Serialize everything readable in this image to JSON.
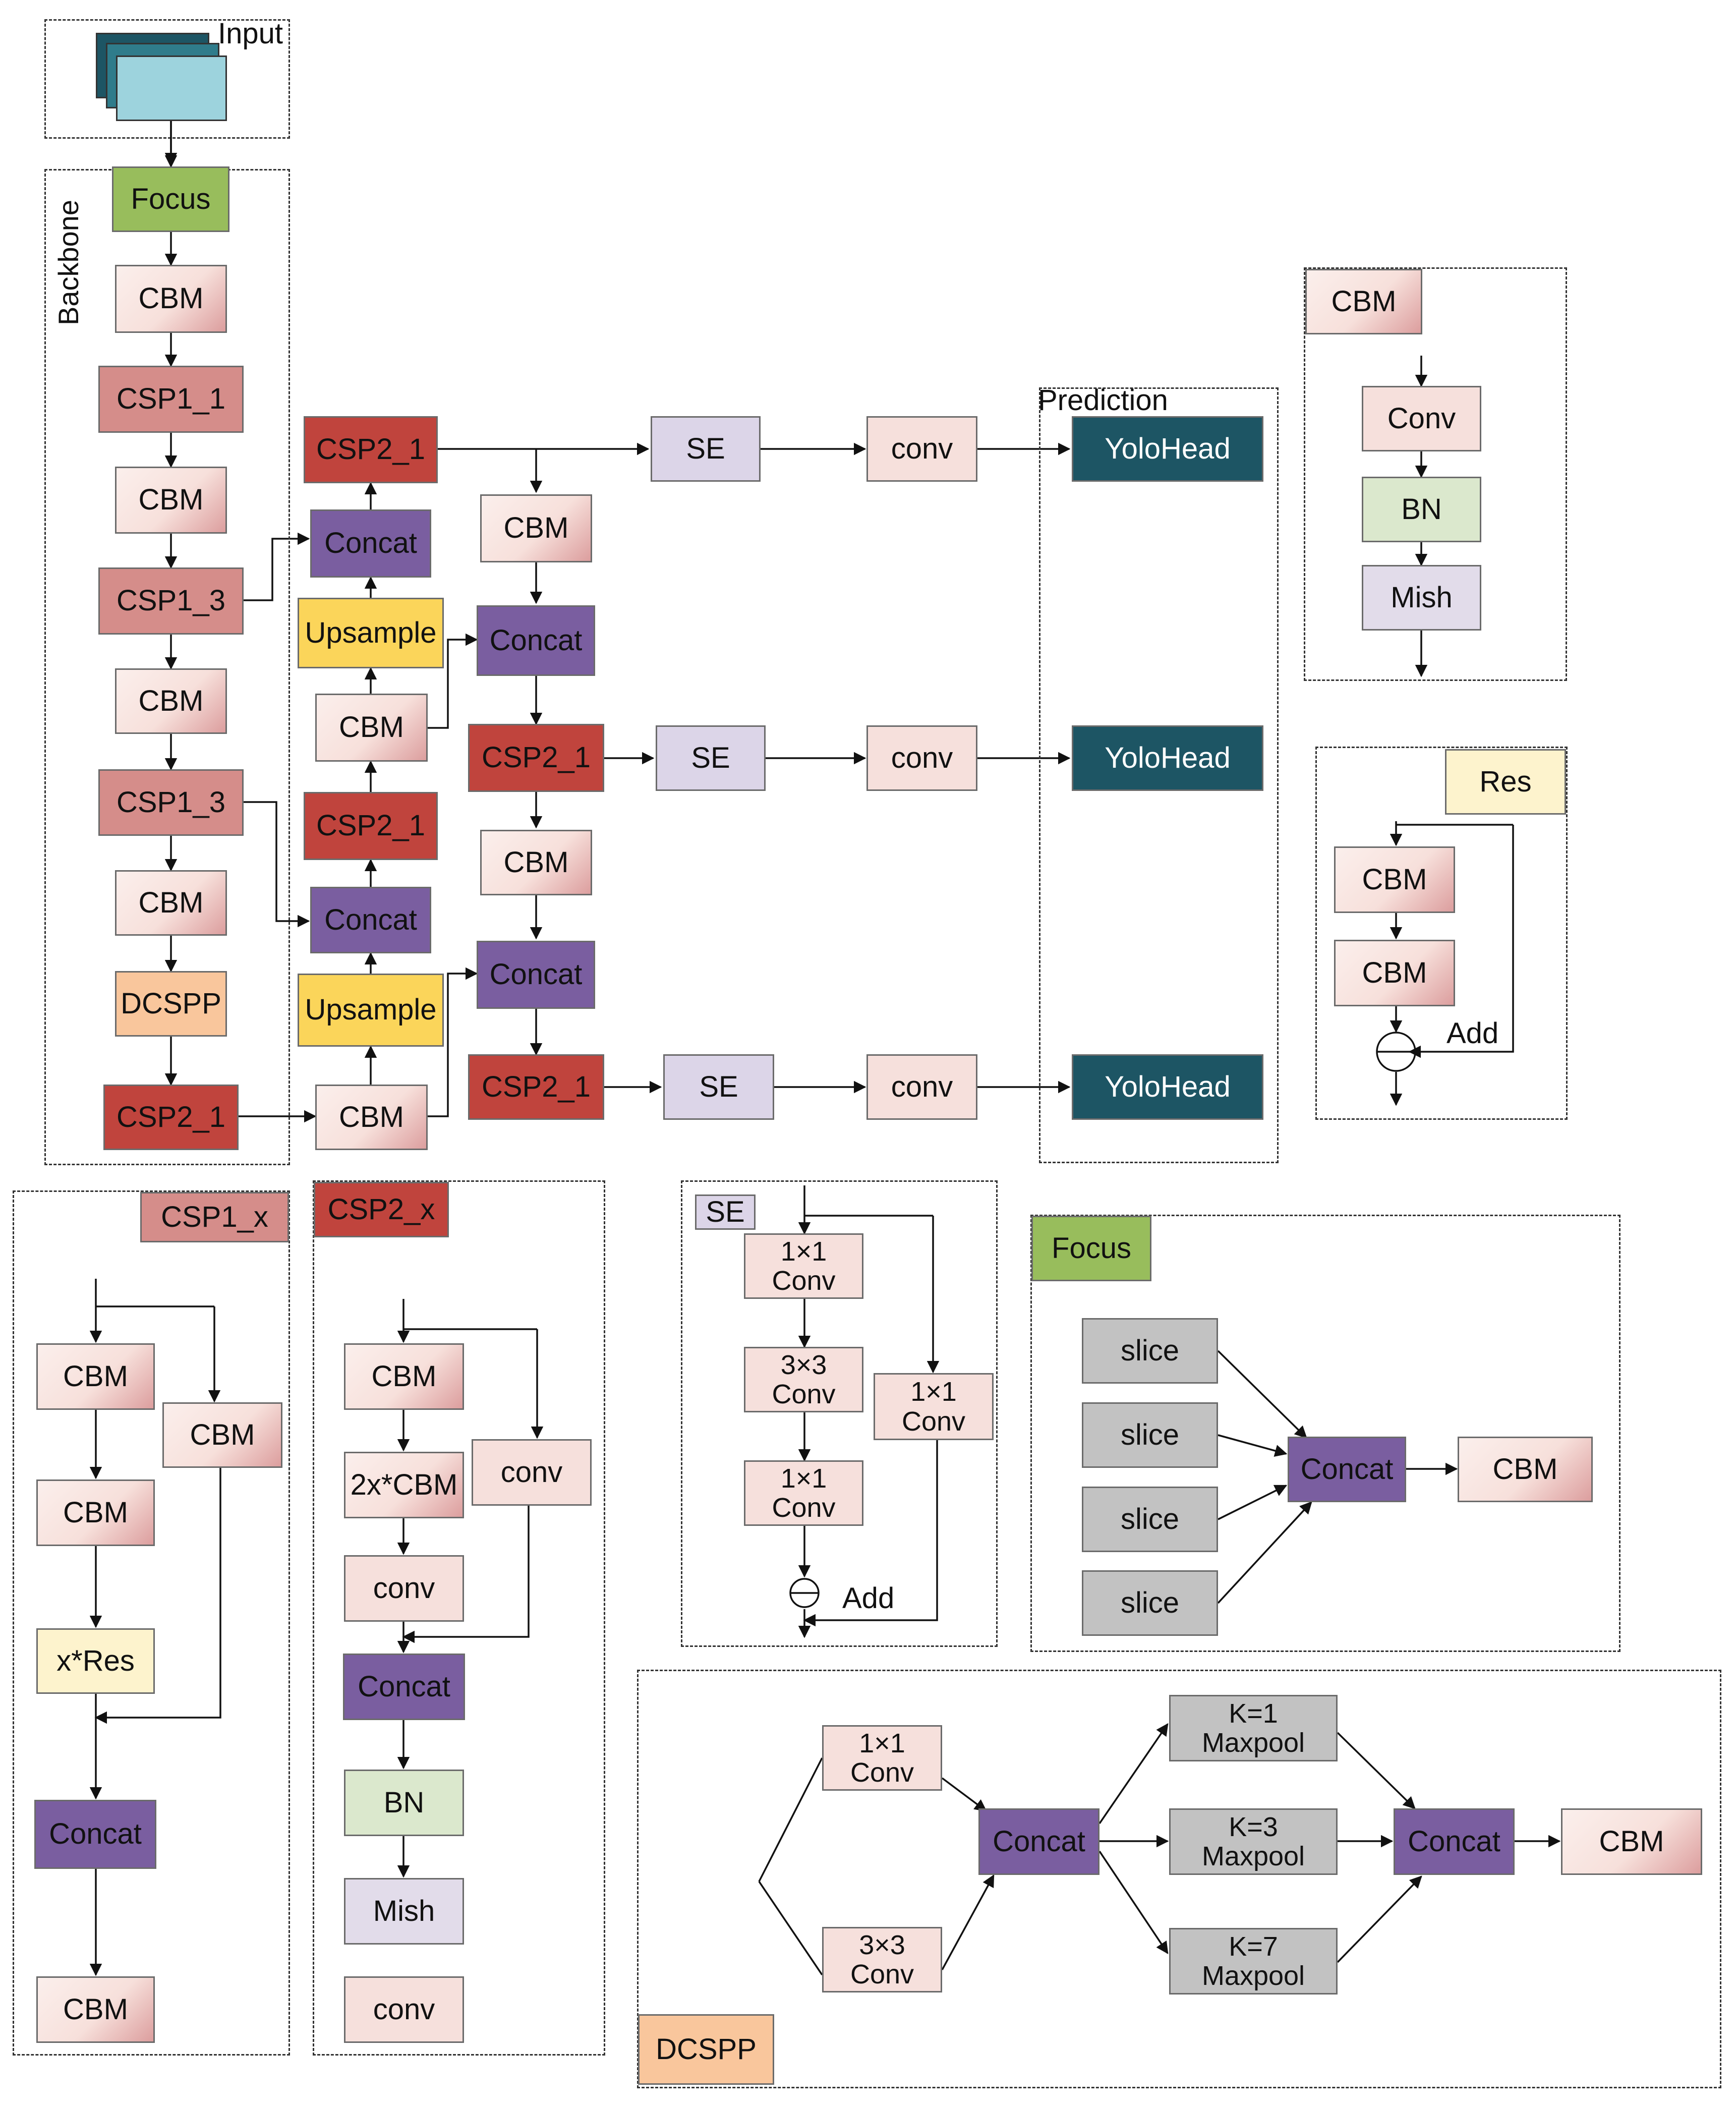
{
  "input": {
    "label": "Input"
  },
  "backbone": {
    "label": "Backbone",
    "blocks": [
      "Focus",
      "CBM",
      "CSP1_1",
      "CBM",
      "CSP1_3",
      "CBM",
      "CSP1_3",
      "CBM",
      "DCSPP",
      "CSP2_1"
    ]
  },
  "neck": {
    "col1": [
      "CSP2_1",
      "Concat",
      "Upsample",
      "CBM",
      "CSP2_1",
      "Concat",
      "Upsample",
      "CBM"
    ],
    "col2": [
      "CBM",
      "Concat",
      "CSP2_1",
      "CBM",
      "Concat",
      "CSP2_1"
    ],
    "se": [
      "SE",
      "SE",
      "SE"
    ],
    "conv": [
      "conv",
      "conv",
      "conv"
    ]
  },
  "prediction": {
    "label": "Prediction",
    "heads": [
      "YoloHead",
      "YoloHead",
      "YoloHead"
    ]
  },
  "legend_cbm": {
    "title": "CBM",
    "items": [
      "Conv",
      "BN",
      "Mish"
    ]
  },
  "legend_res": {
    "title": "Res",
    "items": [
      "CBM",
      "CBM"
    ],
    "add": "Add"
  },
  "legend_csp1": {
    "title": "CSP1_x",
    "items": [
      "CBM",
      "CBM",
      "x*Res",
      "Concat",
      "CBM"
    ],
    "side": "CBM"
  },
  "legend_csp2": {
    "title": "CSP2_x",
    "items": [
      "CBM",
      "2x*CBM",
      "conv",
      "Concat",
      "BN",
      "Mish",
      "conv"
    ],
    "side": "conv"
  },
  "legend_se": {
    "title": "SE",
    "items": [
      "1×1\nConv",
      "3×3\nConv",
      "1×1\nConv"
    ],
    "side": "1×1\nConv",
    "add": "Add"
  },
  "legend_focus": {
    "title": "Focus",
    "slices": [
      "slice",
      "slice",
      "slice",
      "slice"
    ],
    "concat": "Concat",
    "out": "CBM"
  },
  "legend_dcspp": {
    "title": "DCSPP",
    "convs": [
      "1×1\nConv",
      "3×3\nConv"
    ],
    "concat1": "Concat",
    "maxpools": [
      "K=1\nMaxpool",
      "K=3\nMaxpool",
      "K=7\nMaxpool"
    ],
    "concat2": "Concat",
    "out": "CBM"
  }
}
